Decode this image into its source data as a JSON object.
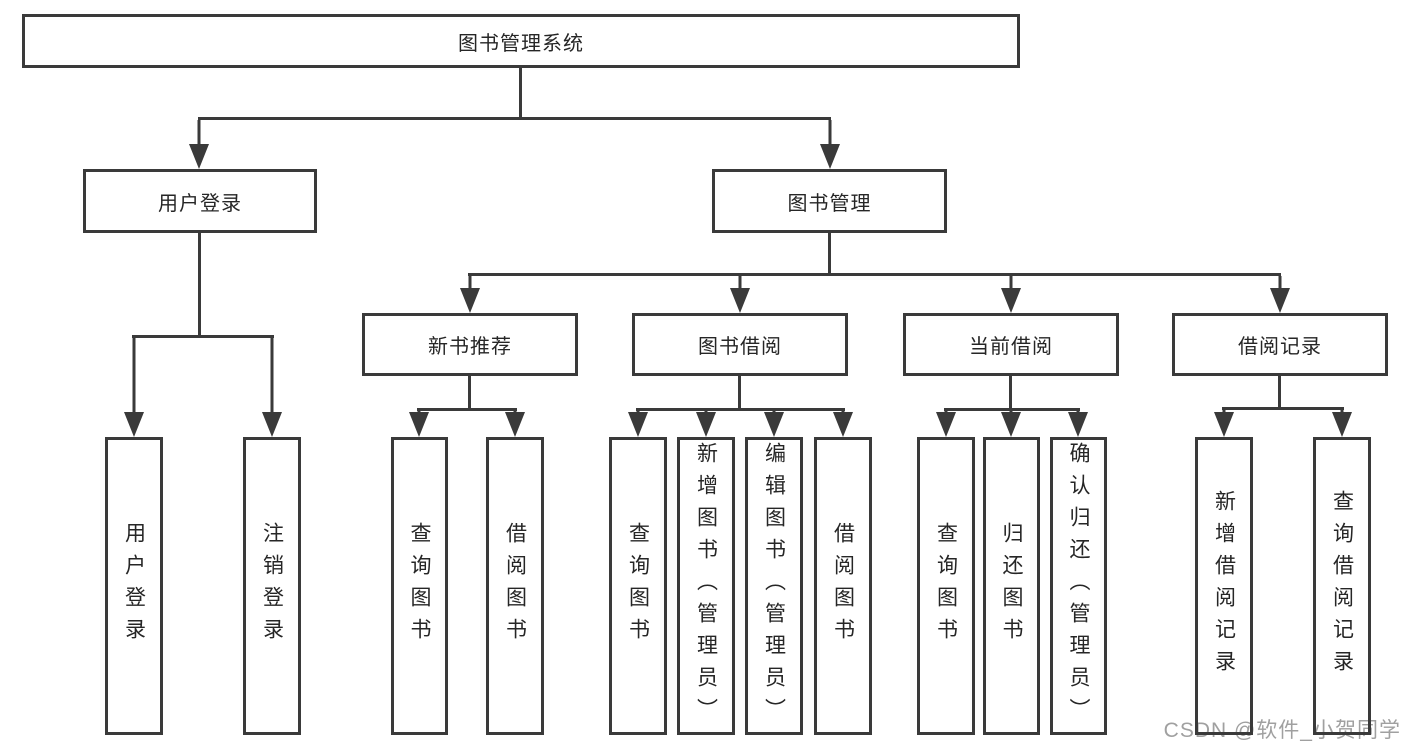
{
  "diagram": {
    "title": "图书管理系统",
    "type": "hierarchy-tree"
  },
  "nodes": {
    "root": "图书管理系统",
    "userLogin": "用户登录",
    "bookMgmt": "图书管理",
    "newBookRec": "新书推荐",
    "bookBorrow": "图书借阅",
    "currentBorrow": "当前借阅",
    "borrowRecord": "借阅记录",
    "leafUserLogin": "用户登录",
    "leafLogout": "注销登录",
    "leafQueryBookRec": "查询图书",
    "leafBorrowBookRec": "借阅图书",
    "leafQueryBookBorrow": "查询图书",
    "leafAddBook": "新增图书（管理员）",
    "leafEditBook": "编辑图书（管理员）",
    "leafBorrowBook": "借阅图书",
    "leafQueryBookCurrent": "查询图书",
    "leafReturnBook": "归还图书",
    "leafConfirmReturn": "确认归还（管理员）",
    "leafAddRecord": "新增借阅记录",
    "leafQueryRecord": "查询借阅记录"
  },
  "hierarchy": [
    {
      "parent": "图书管理系统",
      "children": [
        "用户登录",
        "图书管理"
      ]
    },
    {
      "parent": "用户登录",
      "children": [
        "用户登录",
        "注销登录"
      ]
    },
    {
      "parent": "图书管理",
      "children": [
        "新书推荐",
        "图书借阅",
        "当前借阅",
        "借阅记录"
      ]
    },
    {
      "parent": "新书推荐",
      "children": [
        "查询图书",
        "借阅图书"
      ]
    },
    {
      "parent": "图书借阅",
      "children": [
        "查询图书",
        "新增图书（管理员）",
        "编辑图书（管理员）",
        "借阅图书"
      ]
    },
    {
      "parent": "当前借阅",
      "children": [
        "查询图书",
        "归还图书",
        "确认归还（管理员）"
      ]
    },
    {
      "parent": "借阅记录",
      "children": [
        "新增借阅记录",
        "查询借阅记录"
      ]
    }
  ],
  "watermark": "CSDN @软件_小贺同学",
  "colors": {
    "line": "#3a3a3a",
    "text": "#262626",
    "background": "#ffffff",
    "watermark": "#a0a0a0"
  }
}
